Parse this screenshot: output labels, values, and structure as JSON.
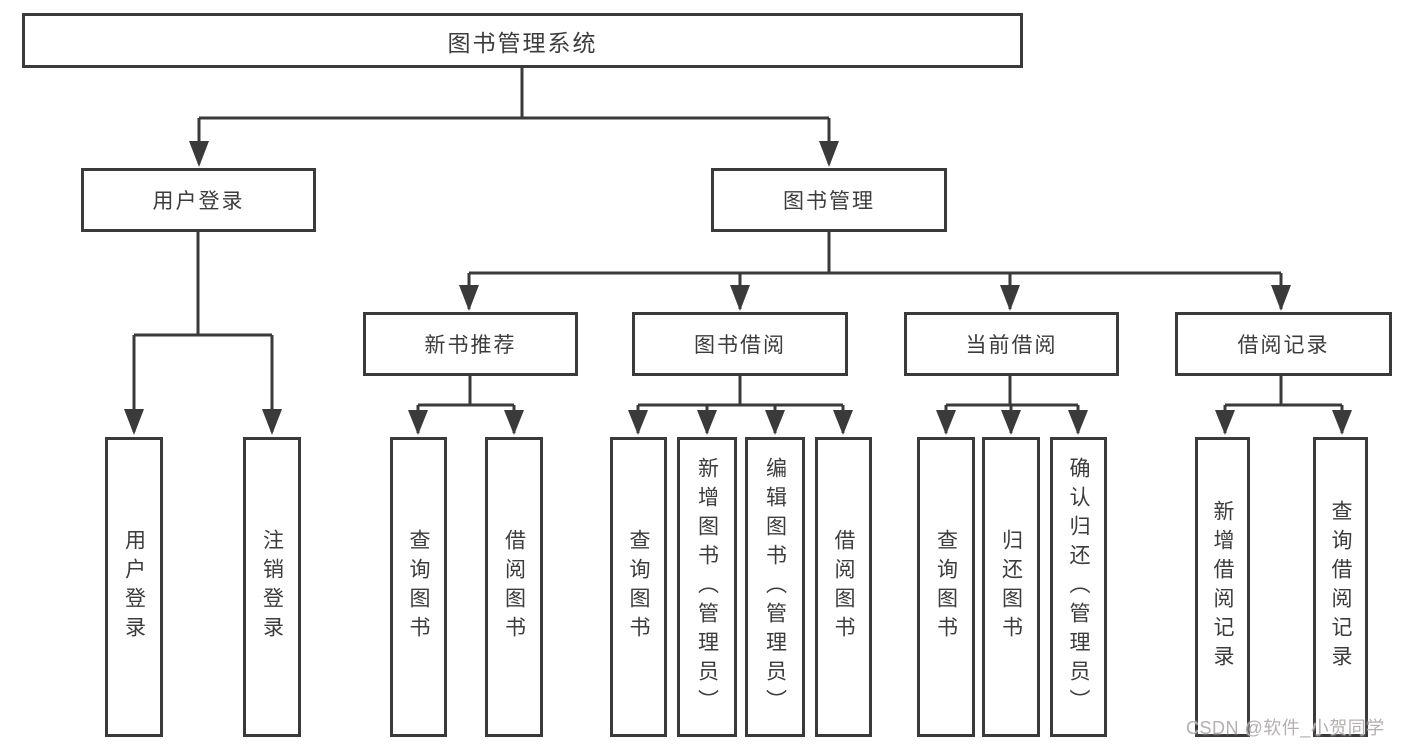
{
  "colors": {
    "line": "#3a3a3a",
    "box_background": "#ffffff",
    "text": "#3c3c3c",
    "watermark": "#b4b0b0"
  },
  "nodes": {
    "root": {
      "label": "图书管理系统"
    },
    "user_login": {
      "label": "用户登录"
    },
    "book_mgmt": {
      "label": "图书管理"
    },
    "new_book_rec": {
      "label": "新书推荐"
    },
    "book_borrow": {
      "label": "图书借阅"
    },
    "current_borrow": {
      "label": "当前借阅"
    },
    "borrow_records": {
      "label": "借阅记录"
    },
    "leaf_user_login": {
      "label": "用户登录"
    },
    "leaf_logout": {
      "label": "注销登录"
    },
    "leaf_query_book_rec": {
      "label": "查询图书"
    },
    "leaf_borrow_book_rec": {
      "label": "借阅图书"
    },
    "leaf_query_book_borrow": {
      "label": "查询图书"
    },
    "leaf_add_book_admin": {
      "label": "新增图书（管理员）"
    },
    "leaf_edit_book_admin": {
      "label": "编辑图书（管理员）"
    },
    "leaf_borrow_book_borrow": {
      "label": "借阅图书"
    },
    "leaf_query_book_current": {
      "label": "查询图书"
    },
    "leaf_return_book": {
      "label": "归还图书"
    },
    "leaf_confirm_return_admin": {
      "label": "确认归还（管理员）"
    },
    "leaf_add_borrow_record": {
      "label": "新增借阅记录"
    },
    "leaf_query_borrow_record": {
      "label": "查询借阅记录"
    }
  },
  "watermark": {
    "text": "CSDN @软件_小贺同学"
  }
}
